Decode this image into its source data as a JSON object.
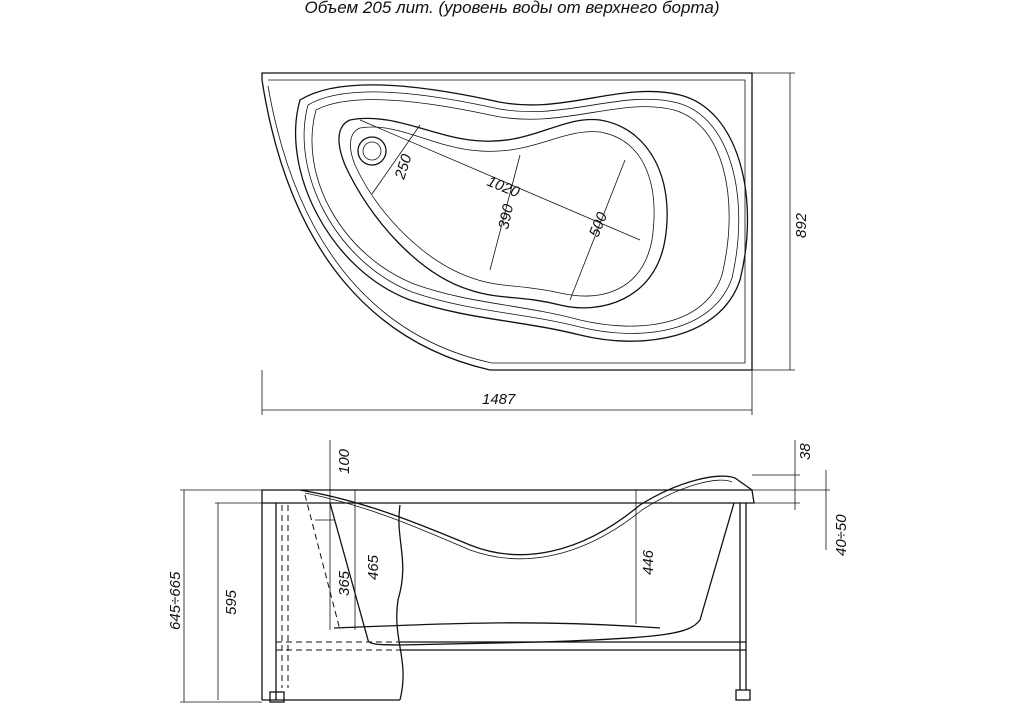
{
  "title": "Объем 205 лит. (уровень воды от верхнего борта)",
  "top_view": {
    "dimensions": {
      "width": "1487",
      "depth": "892",
      "length_inner": "1020",
      "head_width": "250",
      "middle_width": "390",
      "foot_width": "500"
    }
  },
  "side_view": {
    "dimensions": {
      "total_height": "645÷665",
      "frame_height": "595",
      "headrest_depth": "100",
      "depth_head": "365",
      "depth_mid": "465",
      "depth_foot": "446",
      "headrest_rise": "38",
      "rim_height": "40÷50"
    }
  }
}
